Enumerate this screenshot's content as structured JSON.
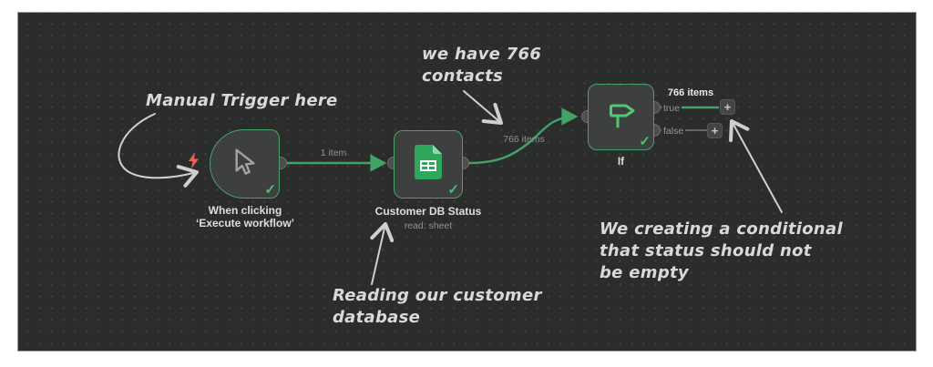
{
  "workflow": {
    "nodes": {
      "manual_trigger": {
        "label": "When clicking ‘Execute workflow’",
        "type": "manual-trigger"
      },
      "customer_db": {
        "label": "Customer DB Status",
        "subtitle": "read: sheet",
        "type": "google-sheets"
      },
      "if_node": {
        "label": "If",
        "type": "if-conditional",
        "outputs": {
          "true_label": "true",
          "false_label": "false",
          "true_branch_items": "766 items"
        }
      }
    },
    "connections": {
      "trigger_to_customer_db": {
        "items_label": "1 item"
      },
      "customer_db_to_if": {
        "items_label": "766 items"
      }
    }
  },
  "annotations": {
    "manual_trigger_note": {
      "text": "Manual Trigger here"
    },
    "contacts_note": {
      "line1": "we have 766",
      "line2": "contacts"
    },
    "reading_note": {
      "line1": "Reading our customer",
      "line2": "database"
    },
    "conditional_note": {
      "line1": "We creating a conditional",
      "line2": "that status should not",
      "line3": "be empty"
    }
  },
  "icons": {
    "check": "✓",
    "plus": "+"
  },
  "colors": {
    "canvas_background": "#2b2c2c",
    "node_fill": "#3e3f3f",
    "node_border_green": "#4aa06a",
    "connection_green": "#42a369",
    "connection_gray": "#6f6f6f",
    "success_check_green": "#4cc06e",
    "trigger_bolt_red": "#e9654f",
    "sheets_icon_green": "#2fa75a",
    "annotation_color": "#d9d9d9"
  }
}
